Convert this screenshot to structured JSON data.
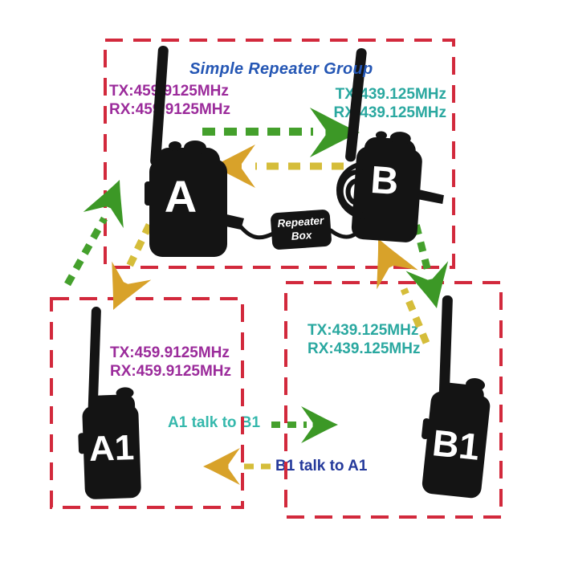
{
  "title": "Simple Repeater Group",
  "repeater_box": {
    "line1": "Repeater",
    "line2": "Box"
  },
  "radios": {
    "a": {
      "label": "A",
      "tx": "TX:459.9125MHz",
      "rx": "RX:459.9125MHz"
    },
    "b": {
      "label": "B",
      "tx": "TX:439.125MHz",
      "rx": "RX:439.125MHz"
    },
    "a1": {
      "label": "A1",
      "tx": "TX:459.9125MHz",
      "rx": "RX:459.9125MHz"
    },
    "b1": {
      "label": "B1",
      "tx": "TX:439.125MHz",
      "rx": "RX:439.125MHz"
    }
  },
  "annotations": {
    "a1_to_b1": "A1 talk to B1",
    "b1_to_a1": "B1 talk to A1"
  },
  "colors": {
    "box_border": "#d2293c",
    "green_arrow": "#44a02c",
    "green_arrow_head": "#3c9826",
    "yellow_arrow_head": "#d8a22a",
    "yellow_arrow_dash": "#d5bd3a",
    "magenta_text": "#9b2b9b",
    "teal_text": "#2aa8a0",
    "turquoise_text": "#35b8ac",
    "blue_title": "#2456b4",
    "navy_text": "#24399b",
    "radio_silhouette": "#141414"
  }
}
